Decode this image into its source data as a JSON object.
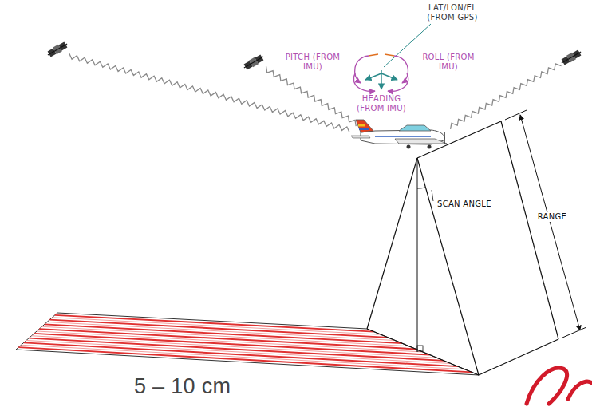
{
  "diagram": {
    "labels": [
      "LAT/LON/EL (FROM GPS)",
      "PITCH (FROM IMU)",
      "ROLL (FROM IMU)",
      "HEADING (FROM IMU)",
      "SCAN ANGLE",
      "RANGE",
      "5 – 10 cm"
    ]
  }
}
